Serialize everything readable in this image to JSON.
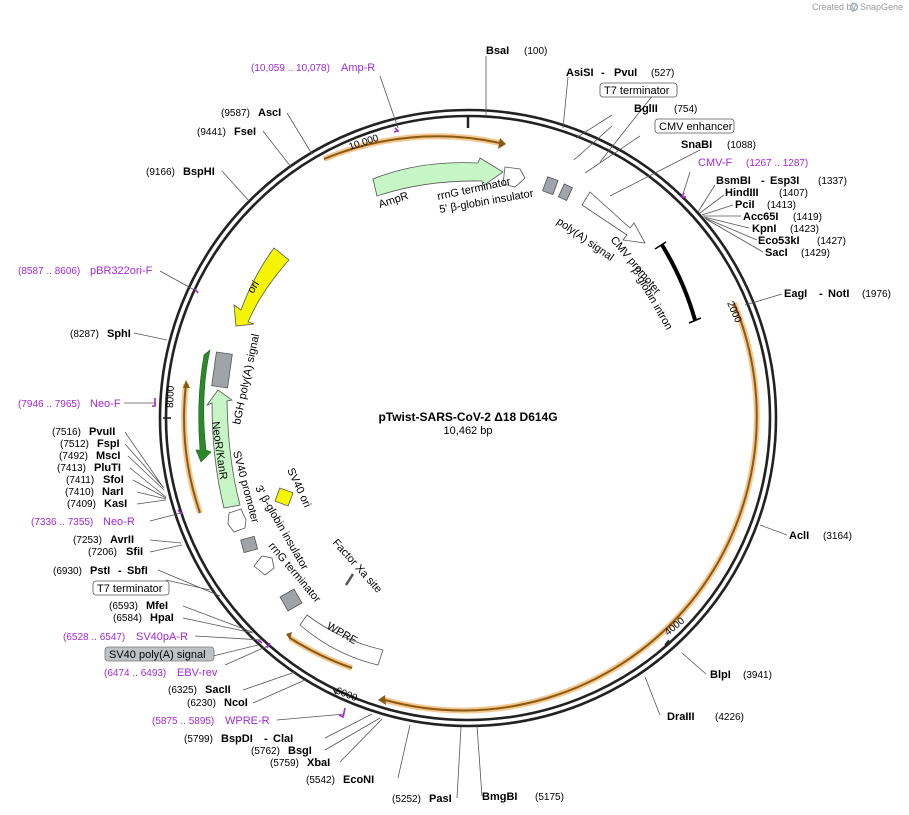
{
  "credit": {
    "created_by": "Created by",
    "brand": "SnapGene"
  },
  "map": {
    "name": "pTwist-SARS-CoV-2 Δ18 D614G",
    "length": "10,462 bp",
    "total_bp": 10462
  },
  "ticks": [
    {
      "bp": 2000,
      "label": "2000"
    },
    {
      "bp": 4000,
      "label": "4000"
    },
    {
      "bp": 6000,
      "label": "6000"
    },
    {
      "bp": 8000,
      "label": "8000"
    },
    {
      "bp": 10000,
      "label": "10,000"
    }
  ],
  "sites": [
    {
      "name": "BsaI",
      "pos": "(100)",
      "bp": 100
    },
    {
      "name": "AsiSI",
      "name2": "PvuI",
      "pos": "(527)",
      "bp": 527
    },
    {
      "name": "BglII",
      "pos": "(754)",
      "bp": 754
    },
    {
      "name": "SnaBI",
      "pos": "(1088)",
      "bp": 1088
    },
    {
      "name": "BsmBI",
      "name2": "Esp3I",
      "pos": "(1337)",
      "bp": 1337
    },
    {
      "name": "HindIII",
      "pos": "(1407)",
      "bp": 1407
    },
    {
      "name": "PciI",
      "pos": "(1413)",
      "bp": 1413
    },
    {
      "name": "Acc65I",
      "pos": "(1419)",
      "bp": 1419
    },
    {
      "name": "KpnI",
      "pos": "(1423)",
      "bp": 1423
    },
    {
      "name": "Eco53kI",
      "pos": "(1427)",
      "bp": 1427
    },
    {
      "name": "SacI",
      "pos": "(1429)",
      "bp": 1429
    },
    {
      "name": "EagI",
      "name2": "NotI",
      "pos": "(1976)",
      "bp": 1976
    },
    {
      "name": "AclI",
      "pos": "(3164)",
      "bp": 3164
    },
    {
      "name": "BlpI",
      "pos": "(3941)",
      "bp": 3941
    },
    {
      "name": "DraIII",
      "pos": "(4226)",
      "bp": 4226
    },
    {
      "name": "BmgBI",
      "pos": "(5175)",
      "bp": 5175
    },
    {
      "name": "PasI",
      "pos": "(5252)",
      "bp": 5252
    },
    {
      "name": "EcoNI",
      "pos": "(5542)",
      "bp": 5542
    },
    {
      "name": "XbaI",
      "pos": "(5759)",
      "bp": 5759
    },
    {
      "name": "BsgI",
      "pos": "(5762)",
      "bp": 5762
    },
    {
      "name": "BspDI",
      "name2": "ClaI",
      "pos": "(5799)",
      "bp": 5799
    },
    {
      "name": "NcoI",
      "pos": "(6230)",
      "bp": 6230
    },
    {
      "name": "SacII",
      "pos": "(6325)",
      "bp": 6325
    },
    {
      "name": "HpaI",
      "pos": "(6584)",
      "bp": 6584
    },
    {
      "name": "MfeI",
      "pos": "(6593)",
      "bp": 6593
    },
    {
      "name": "PstI",
      "name2": "SbfI",
      "pos": "(6930)",
      "bp": 6930
    },
    {
      "name": "SfiI",
      "pos": "(7206)",
      "bp": 7206
    },
    {
      "name": "AvrII",
      "pos": "(7253)",
      "bp": 7253
    },
    {
      "name": "KasI",
      "pos": "(7409)",
      "bp": 7409
    },
    {
      "name": "NarI",
      "pos": "(7410)",
      "bp": 7410
    },
    {
      "name": "SfoI",
      "pos": "(7411)",
      "bp": 7411
    },
    {
      "name": "PluTI",
      "pos": "(7413)",
      "bp": 7413
    },
    {
      "name": "MscI",
      "pos": "(7492)",
      "bp": 7492
    },
    {
      "name": "FspI",
      "pos": "(7512)",
      "bp": 7512
    },
    {
      "name": "PvuII",
      "pos": "(7516)",
      "bp": 7516
    },
    {
      "name": "SphI",
      "pos": "(8287)",
      "bp": 8287
    },
    {
      "name": "BspHI",
      "pos": "(9166)",
      "bp": 9166
    },
    {
      "name": "FseI",
      "pos": "(9441)",
      "bp": 9441
    },
    {
      "name": "AscI",
      "pos": "(9587)",
      "bp": 9587
    }
  ],
  "primers": [
    {
      "name": "Amp-R",
      "range": "(10,059 .. 10,078)"
    },
    {
      "name": "CMV-F",
      "range": "(1267 .. 1287)"
    },
    {
      "name": "pBR322ori-F",
      "range": "(8587 .. 8606)"
    },
    {
      "name": "Neo-F",
      "range": "(7946 .. 7965)"
    },
    {
      "name": "Neo-R",
      "range": "(7336 .. 7355)"
    },
    {
      "name": "SV40pA-R",
      "range": "(6528 .. 6547)"
    },
    {
      "name": "EBV-rev",
      "range": "(6474 .. 6493)"
    },
    {
      "name": "WPRE-R",
      "range": "(5875 .. 5895)"
    }
  ],
  "boxed_labels": [
    {
      "text": "T7 terminator"
    },
    {
      "text": "CMV enhancer"
    },
    {
      "text": "T7 terminator"
    },
    {
      "text": "SV40 poly(A) signal"
    }
  ],
  "features": [
    {
      "text": "AmpR"
    },
    {
      "text": "rrnG terminator"
    },
    {
      "text": "5' β-globin insulator"
    },
    {
      "text": "poly(A) signal"
    },
    {
      "text": "CMV promoter"
    },
    {
      "text": "β-globin intron"
    },
    {
      "text": "ori"
    },
    {
      "text": "bGH poly(A) signal"
    },
    {
      "text": "NeoR/KanR"
    },
    {
      "text": "SV40 promoter"
    },
    {
      "text": "SV40 ori"
    },
    {
      "text": "3' β-globin insulator"
    },
    {
      "text": "rrnG terminator"
    },
    {
      "text": "Factor Xa site"
    },
    {
      "text": "WPRE"
    }
  ],
  "colors": {
    "backbone": "#222222",
    "orange": "#f0a030",
    "green_feature": "#c6f5c6",
    "yellow_ori": "#f5f500",
    "gray_box": "#a0a4a8",
    "primer": "#a02ad6"
  }
}
